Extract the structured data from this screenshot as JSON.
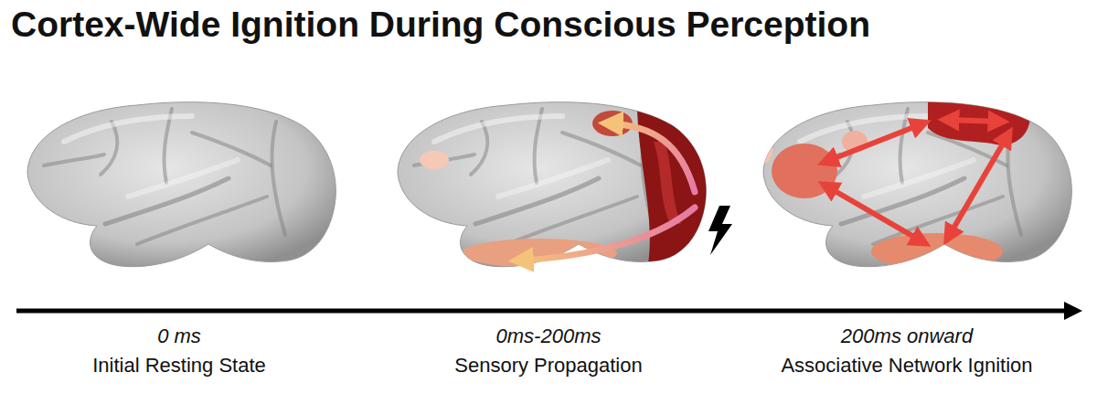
{
  "diagram": {
    "title": "Cortex-Wide Ignition During Conscious Perception",
    "labels": [
      "0 ms",
      "Initial Resting State",
      "0ms-200ms",
      "Sensory Propagation",
      "200ms onward",
      "Associative Network Ignition"
    ]
  }
}
